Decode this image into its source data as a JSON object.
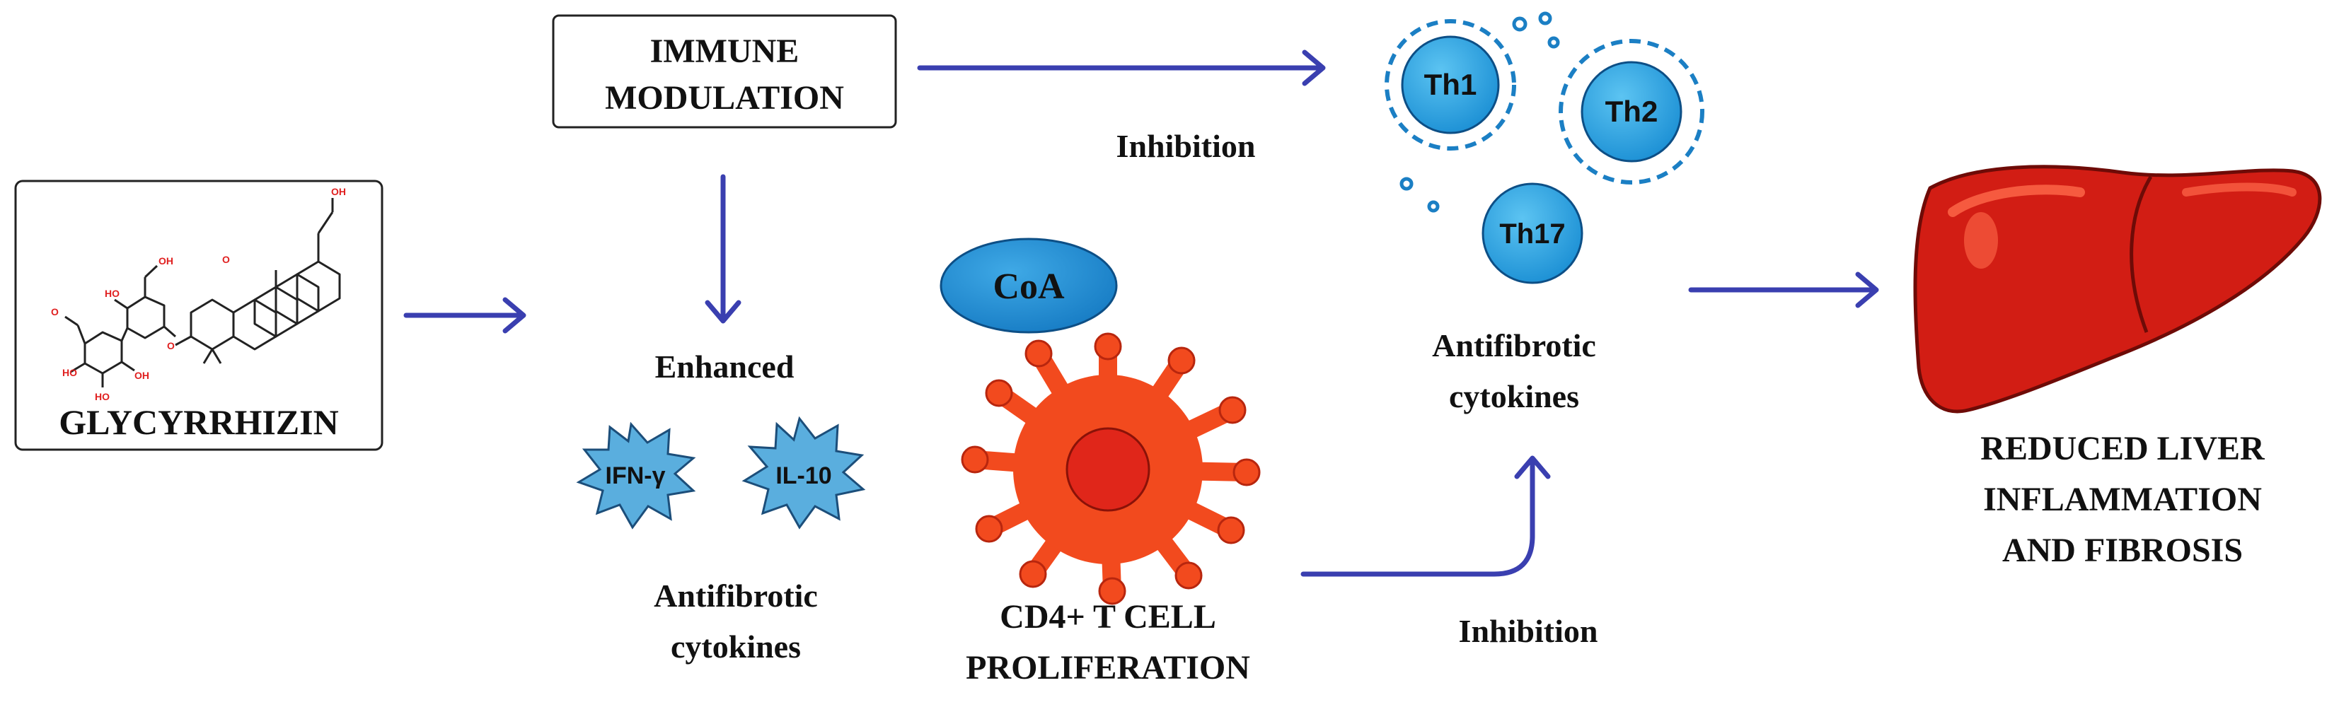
{
  "glycyrrhizin": {
    "label": "GLYCYRRHIZIN"
  },
  "immune_modulation": {
    "line1": "IMMUNE",
    "line2": "MODULATION"
  },
  "enhanced_label": "Enhanced",
  "cytokines_left": {
    "ifn": "IFN-γ",
    "il10": "IL-10",
    "caption1": "Antifibrotic",
    "caption2": "cytokines"
  },
  "coa_label": "CoA",
  "cd4": {
    "line1": "CD4+ T CELL",
    "line2": "PROLIFERATION"
  },
  "inhibition_top": "Inhibition",
  "inhibition_bottom": "Inhibition",
  "t_cells": {
    "th1": "Th1",
    "th2": "Th2",
    "th17": "Th17"
  },
  "cytokines_right": {
    "line1": "Antifibrotic",
    "line2": "cytokines"
  },
  "outcome": {
    "line1": "REDUCED LIVER",
    "line2": "INFLAMMATION",
    "line3": "AND FIBROSIS"
  },
  "molecule_labels": {
    "oh": "OH",
    "ho": "HO",
    "o": "O"
  },
  "colors": {
    "arrow": "#3a3fb0",
    "cytokine_star": "#5aaede",
    "t_cell": "#29a8e6",
    "coa": "#1e8fd2",
    "cd4_outer": "#f24a1e",
    "cd4_inner": "#e0261a",
    "liver": "#d21d14",
    "atom_red": "#e02020"
  }
}
